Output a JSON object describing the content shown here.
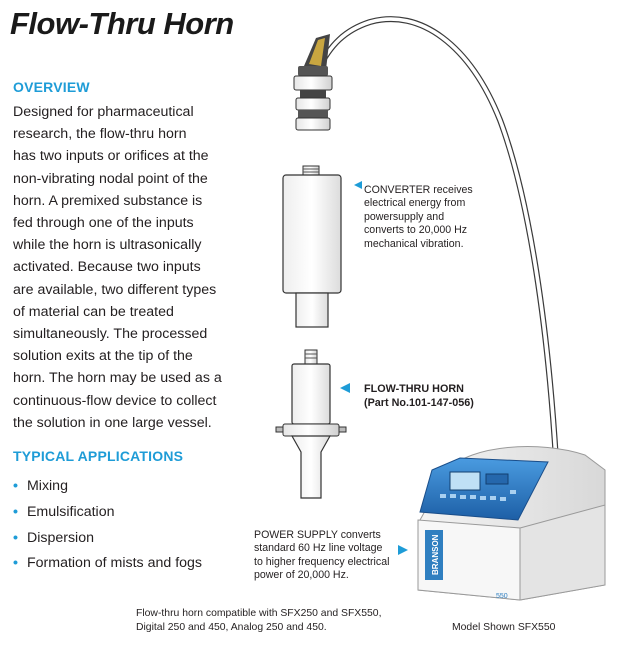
{
  "title": "Flow-Thru Horn",
  "overview": {
    "heading": "OVERVIEW",
    "lines": [
      "Designed for pharmaceutical",
      "research, the flow-thru horn",
      "has two inputs or orifices at the",
      "non-vibrating nodal point of the",
      "horn. A premixed substance is",
      "fed through one of the inputs",
      "while the horn is ultrasonically",
      "activated. Because two inputs",
      "are available, two different types",
      "of material can be treated",
      "simultaneously. The processed",
      "solution exits at the tip of the",
      "horn. The horn may be used as a",
      "continuous-flow device to collect",
      "the solution in one large vessel."
    ]
  },
  "applications": {
    "heading": "TYPICAL APPLICATIONS",
    "bullet": "•",
    "items": [
      "Mixing",
      "Emulsification",
      "Dispersion",
      "Formation of mists and fogs"
    ]
  },
  "callouts": {
    "converter": [
      "CONVERTER receives",
      "electrical energy from",
      "powersupply and",
      "converts to 20,000 Hz",
      "mechanical vibration."
    ],
    "horn": [
      "FLOW-THRU HORN",
      "(Part No.101-147-056)"
    ],
    "power": [
      "POWER SUPPLY converts",
      "standard  60 Hz line voltage",
      "to higher frequency  electrical",
      "power of 20,000 Hz."
    ]
  },
  "device_brand": "BRANSON",
  "device_model": "550",
  "captions": {
    "compat": [
      "Flow-thru horn compatible with SFX250 and SFX550,",
      "Digital 250 and 450, Analog 250 and 450."
    ],
    "model": "Model Shown SFX550"
  },
  "colors": {
    "accent": "#1e9cd7",
    "panel": "#2f7fc0",
    "text": "#231f20"
  }
}
